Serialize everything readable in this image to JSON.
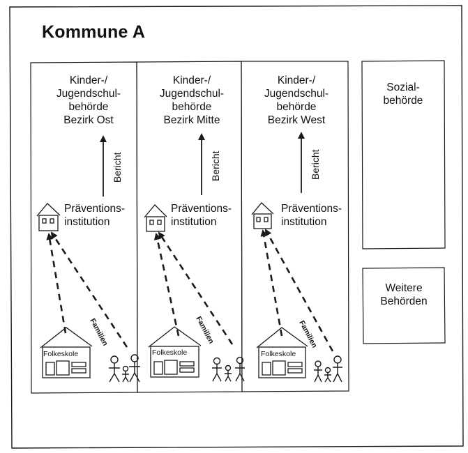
{
  "title": "Kommune A",
  "districts": [
    {
      "authority": "Kinder-/\nJugendschul-\nbehörde\nBezirk Ost",
      "report": "Bericht",
      "institution": "Präventions-\ninstitution",
      "families": "Familien",
      "school": "Folkeskole"
    },
    {
      "authority": "Kinder-/\nJugendschul-\nbehörde\nBezirk Mitte",
      "report": "Bericht",
      "institution": "Präventions-\ninstitution",
      "families": "Familien",
      "school": "Folkeskole"
    },
    {
      "authority": "Kinder-/\nJugendschul-\nbehörde\nBezirk West",
      "report": "Bericht",
      "institution": "Präventions-\ninstitution",
      "families": "Familien",
      "school": "Folkeskole"
    }
  ],
  "other_boxes": {
    "social": "Sozial-\nbehörde",
    "further": "Weitere\nBehörden"
  },
  "colors": {
    "ink": "#1a1a1a",
    "background": "#ffffff"
  }
}
